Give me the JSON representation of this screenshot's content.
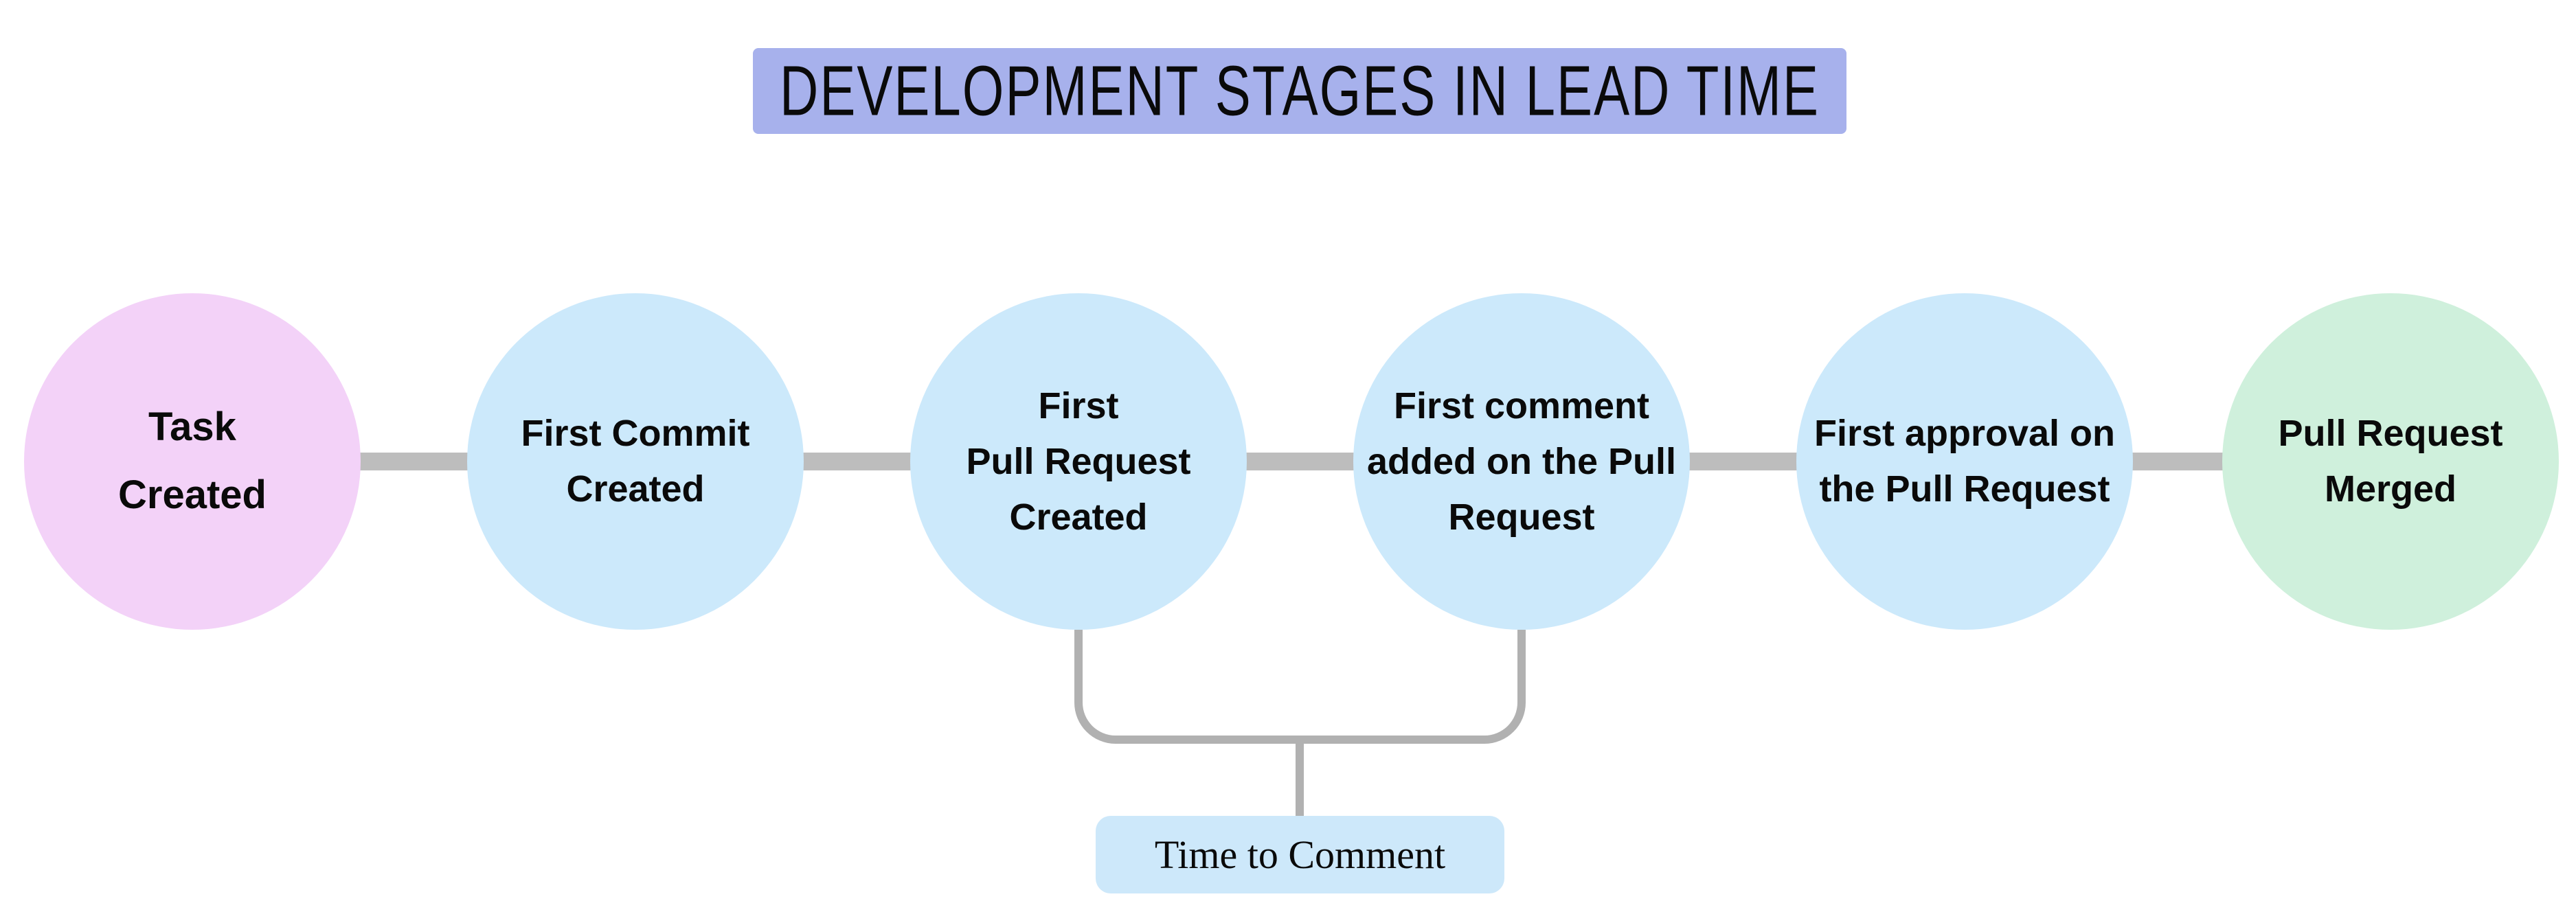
{
  "title": "DEVELOPMENT STAGES IN LEAD TIME",
  "stages": [
    {
      "label": "Task\nCreated",
      "color": "#f3d2f8"
    },
    {
      "label": "First Commit\nCreated",
      "color": "#cce9fb"
    },
    {
      "label": "First\nPull Request\nCreated",
      "color": "#cce9fb"
    },
    {
      "label": "First comment\nadded on the Pull\nRequest",
      "color": "#cce9fb"
    },
    {
      "label": "First approval on\nthe Pull Request",
      "color": "#cce9fb"
    },
    {
      "label": "Pull Request\nMerged",
      "color": "#cff0dc"
    }
  ],
  "bracket": {
    "label": "Time to Comment",
    "connects": [
      "First Pull Request Created",
      "First comment added on the Pull Request"
    ]
  },
  "colors": {
    "title_bg": "#a7b1ec",
    "stage_pink": "#f3d2f8",
    "stage_blue": "#cce9fb",
    "stage_green": "#cff0dc",
    "connector_line": "#bdbdbd",
    "bracket_line": "#b1b1b1",
    "annotation_bg": "#cde8fa",
    "text": "#0a0a0a",
    "background": "#ffffff"
  }
}
